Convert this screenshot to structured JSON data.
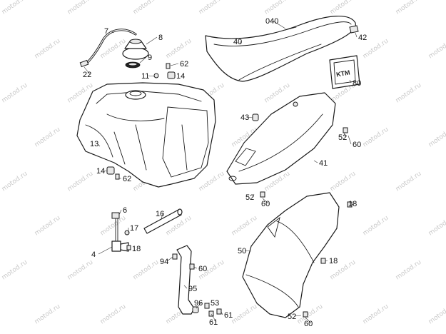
{
  "watermark": "motod.ru",
  "brand_decal": "KTM",
  "callouts": [
    {
      "id": "c1",
      "text": "7"
    },
    {
      "id": "c2",
      "text": "8"
    },
    {
      "id": "c3",
      "text": "9"
    },
    {
      "id": "c4",
      "text": "22"
    },
    {
      "id": "c5",
      "text": "62"
    },
    {
      "id": "c6",
      "text": "11"
    },
    {
      "id": "c7",
      "text": "14"
    },
    {
      "id": "c8",
      "text": "040"
    },
    {
      "id": "c9",
      "text": "40"
    },
    {
      "id": "c10",
      "text": "42"
    },
    {
      "id": "c11",
      "text": "80"
    },
    {
      "id": "c12",
      "text": "13"
    },
    {
      "id": "c13",
      "text": "43"
    },
    {
      "id": "c14",
      "text": "52"
    },
    {
      "id": "c15",
      "text": "60"
    },
    {
      "id": "c16",
      "text": "41"
    },
    {
      "id": "c17",
      "text": "14"
    },
    {
      "id": "c18",
      "text": "62"
    },
    {
      "id": "c19",
      "text": "52"
    },
    {
      "id": "c20",
      "text": "60"
    },
    {
      "id": "c21",
      "text": "6"
    },
    {
      "id": "c22",
      "text": "16"
    },
    {
      "id": "c23",
      "text": "17"
    },
    {
      "id": "c24",
      "text": "18"
    },
    {
      "id": "c25",
      "text": "4"
    },
    {
      "id": "c26",
      "text": "18"
    },
    {
      "id": "c27",
      "text": "50"
    },
    {
      "id": "c28",
      "text": "18"
    },
    {
      "id": "c29",
      "text": "94"
    },
    {
      "id": "c30",
      "text": "60"
    },
    {
      "id": "c31",
      "text": "95"
    },
    {
      "id": "c32",
      "text": "96"
    },
    {
      "id": "c33",
      "text": "53"
    },
    {
      "id": "c34",
      "text": "61"
    },
    {
      "id": "c35",
      "text": "61"
    },
    {
      "id": "c36",
      "text": "52"
    },
    {
      "id": "c37",
      "text": "60"
    }
  ]
}
